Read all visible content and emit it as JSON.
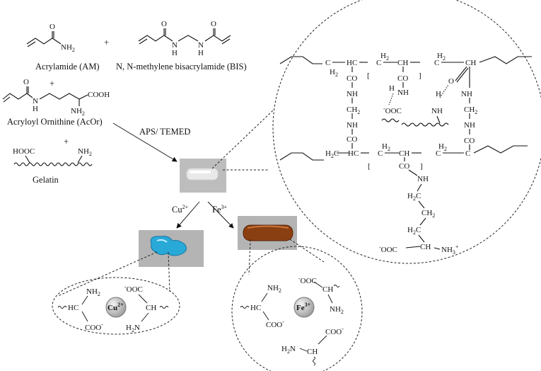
{
  "reagents": {
    "am": "Acrylamide (AM)",
    "bis": "N, N-methylene  bisacrylamide (BIS)",
    "acor": "Acryloyl Ornithine (AcOr)",
    "gelatin": "Gelatin",
    "plus": "+",
    "nh2": "NH",
    "cooh": "COOH",
    "hooc": "HOOC",
    "n_h": "N",
    "h": "H",
    "o": "O"
  },
  "conditions": {
    "initiator": "APS/ TEMED",
    "cu": "Cu",
    "cu_charge": "2+",
    "fe": "Fe",
    "fe_charge": "3+"
  },
  "ions": {
    "cu": "Cu",
    "cu_charge": "2+",
    "fe": "Fe",
    "fe_charge": "3+"
  },
  "colors": {
    "gel_clear": "#dcdcdc",
    "gel_cu": "#29a9d8",
    "gel_fe": "#8a3f12",
    "ion_sphere": "#c8c8c8"
  },
  "network": {
    "h2": "H",
    "two": "2",
    "c": "C",
    "ch": "CH",
    "hc": "HC",
    "co": "CO",
    "nh": "NH",
    "ch2": "CH",
    "ooc": "OOC",
    "nh3": "NH",
    "minus": "-",
    "plus": "+",
    "o": "O",
    "ch2_full": "CH"
  },
  "chelate": {
    "nh2": "NH",
    "ooc": "OOC",
    "coo": "COO",
    "hc": "HC",
    "ch": "CH",
    "h2n": "H",
    "n": "N",
    "minus": "-",
    "sub2": "2"
  }
}
